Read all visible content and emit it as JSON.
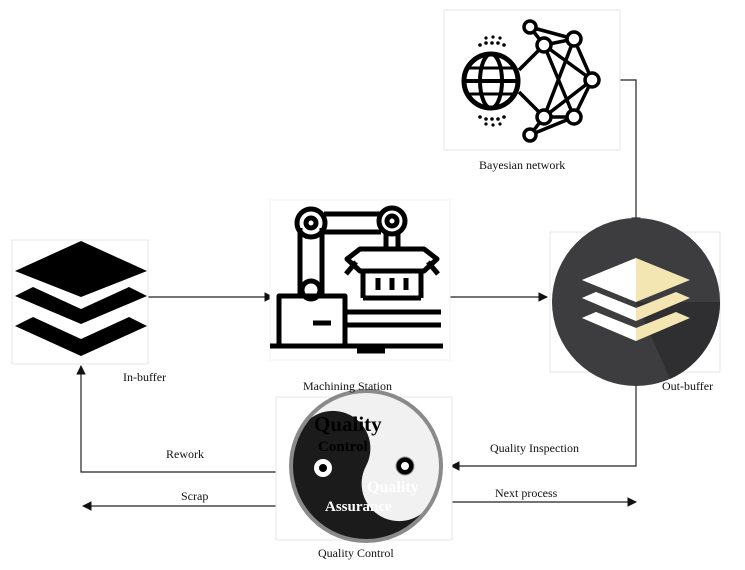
{
  "nodes": {
    "bayesian": {
      "label": "Bayesian network"
    },
    "in_buffer": {
      "label": "In-buffer"
    },
    "machining": {
      "label": "Machining Station"
    },
    "out_buffer": {
      "label": "Out-buffer"
    },
    "quality": {
      "label": "Quality Control",
      "emblem_top_line1": "Quality",
      "emblem_top_line2": "Control",
      "emblem_bottom_line1": "Quality",
      "emblem_bottom_line2": "Assurance"
    }
  },
  "edges": {
    "rework": "Rework",
    "quality_inspection": "Quality Inspection",
    "scrap": "Scrap",
    "next_process": "Next process"
  },
  "colors": {
    "line": "#222222",
    "icon_black": "#000000",
    "out_buffer_circle": "#3d3d3f",
    "out_buffer_accent": "#f3e6b3"
  }
}
